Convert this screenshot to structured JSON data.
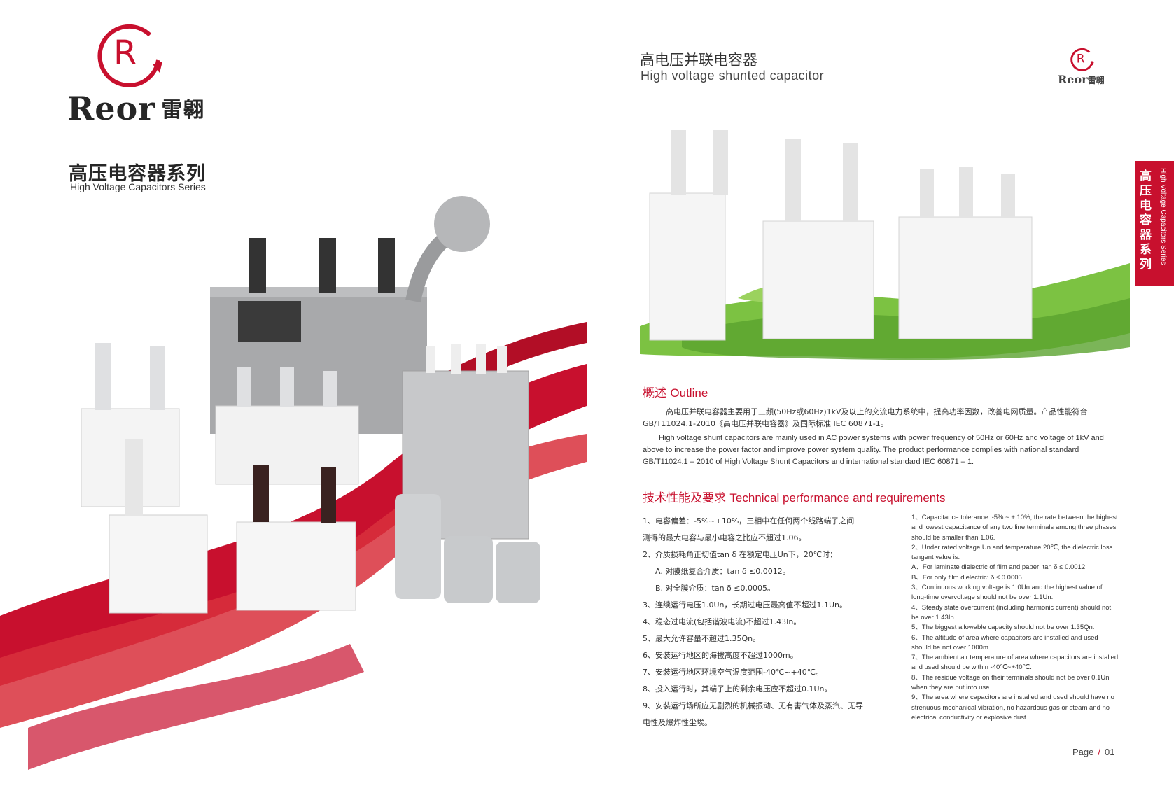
{
  "left": {
    "brand_name": "Reor",
    "brand_cn": "雷翱",
    "series_cn": "高压电容器系列",
    "series_en": "High Voltage Capacitors Series"
  },
  "right": {
    "header_cn": "高电压并联电容器",
    "header_en": "High voltage shunted capacitor",
    "logo_brand": "Reor",
    "logo_cn": "雷翱",
    "side_tab_cn": "高压电容器系列",
    "side_tab_en": "High Voltage Capacitors Series",
    "outline": {
      "title_cn": "概述",
      "title_en": "Outline",
      "paragraph_cn": "高电压并联电容器主要用于工频(50Hz或60Hz)1kV及以上的交流电力系统中，提高功率因数，改善电网质量。产品性能符合GB/T11024.1-2010《高电压并联电容器》及国际标准 IEC 60871-1。",
      "paragraph_en": "High voltage shunt capacitors are mainly used in AC power systems with power frequency of 50Hz or 60Hz and voltage of 1kV and above to increase the power factor and improve power system quality. The product performance complies with national standard GB/T11024.1 – 2010 of High Voltage Shunt Capacitors and international standard IEC 60871 – 1."
    },
    "technical": {
      "title_cn": "技术性能及要求",
      "title_en": "Technical performance and requirements",
      "lines_cn": [
        "1、电容偏差：-5%~+10%，三相中在任何两个线路端子之间",
        "测得的最大电容与最小电容之比应不超过1.06。",
        "2、介质损耗角正切值tan δ 在额定电压Un下，20℃时：",
        "A. 对膜纸复合介质：tan δ ≤0.0012。",
        "B. 对全膜介质：tan δ ≤0.0005。",
        "3、连续运行电压1.0Un，长期过电压最高值不超过1.1Un。",
        "4、稳态过电流(包括谐波电流)不超过1.43In。",
        "5、最大允许容量不超过1.35Qn。",
        "6、安装运行地区的海拔高度不超过1000m。",
        "7、安装运行地区环境空气温度范围-40℃~+40℃。",
        "8、投入运行时，其端子上的剩余电压应不超过0.1Un。",
        "9、安装运行场所应无剧烈的机械振动、无有害气体及蒸汽、无导",
        "电性及爆炸性尘埃。"
      ],
      "items_en": [
        "1、Capacitance tolerance: -5% ~ + 10%; the rate between the highest and lowest capacitance of any two line terminals among three phases should be smaller than 1.06.",
        "2、Under rated voltage Un and temperature 20℃, the dielectric loss tangent value is:",
        "A、For laminate dielectric of film and paper: tan δ ≤ 0.0012",
        "B、For only film dielectric: δ ≤ 0.0005",
        "3、Continuous working voltage is 1.0Un and the highest value of long-time overvoltage should not be over 1.1Un.",
        "4、Steady state overcurrent (including harmonic current) should not be over 1.43In.",
        "5、The biggest allowable capacity should not be over 1.35Qn.",
        "6、The altitude of area where capacitors are installed and used should be not over 1000m.",
        "7、The ambient air temperature of area where capacitors are installed and used should be within -40℃~+40℃.",
        "8、The residue voltage on their terminals should not be over 0.1Un when they are put into use.",
        "9、The area where capacitors are installed and used should have no strenuous mechanical vibration, no hazardous gas or steam and no electrical conductivity or explosive dust."
      ]
    },
    "page_label": "Page",
    "page_number": "01"
  },
  "colors": {
    "brand_red": "#c8102e",
    "text": "#333333",
    "leaf_green": "#7cc242"
  }
}
